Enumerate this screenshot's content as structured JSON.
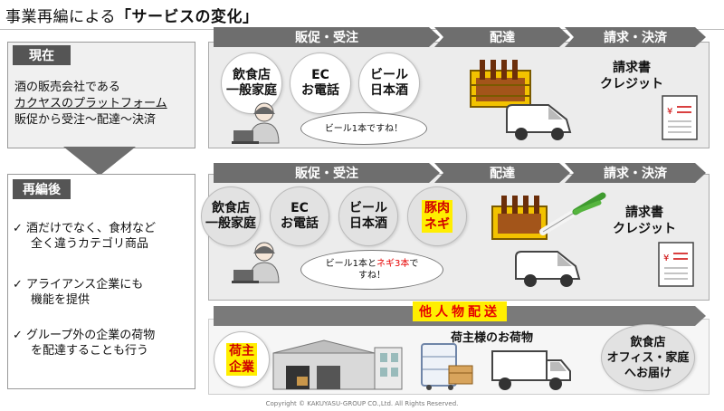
{
  "title": {
    "prefix": "事業再編による",
    "emphasis": "「サービスの変化」"
  },
  "current": {
    "tag": "現在",
    "lines": [
      "酒の販売会社である",
      "カクヤスのプラットフォーム",
      "販促から受注～配達～決済"
    ]
  },
  "reorg": {
    "tag": "再編後",
    "bullets": [
      [
        "酒だけでなく、食材など",
        "全く違うカテゴリ商品"
      ],
      [
        "アライアンス企業にも",
        "機能を提供"
      ],
      [
        "グループ外の企業の荷物",
        "を配達することも行う"
      ]
    ],
    "check": "✓"
  },
  "stages": {
    "sales": "販促・受注",
    "delivery": "配達",
    "billing": "請求・決済"
  },
  "top_row": {
    "circles": [
      [
        "飲食店",
        "一般家庭"
      ],
      [
        "EC",
        "お電話"
      ],
      [
        "ビール",
        "日本酒"
      ]
    ],
    "bubble": "ビール1本ですね！",
    "billing": [
      "請求書",
      "クレジット"
    ]
  },
  "mid_row": {
    "circles": [
      [
        "飲食店",
        "一般家庭"
      ],
      [
        "EC",
        "お電話"
      ],
      [
        "ビール",
        "日本酒"
      ],
      [
        "豚肉",
        "ネギ"
      ]
    ],
    "bubble_a": "ビール1本と",
    "bubble_b": "ネギ3本",
    "bubble_c": "で",
    "bubble_d": "すね！",
    "billing": [
      "請求書",
      "クレジット"
    ]
  },
  "other_delivery": {
    "label": "他人物配送",
    "shipper": [
      "荷主",
      "企業"
    ],
    "cargo": "荷主様のお荷物",
    "destination": [
      "飲食店",
      "オフィス・家庭",
      "へお届け"
    ]
  },
  "copyright": "Copyright © KAKUYASU-GROUP CO.,Ltd. All Rights Reserved.",
  "colors": {
    "arrow": "#6e6e6e",
    "tag": "#555555",
    "highlight": "#ffee00",
    "red": "#e60000"
  }
}
